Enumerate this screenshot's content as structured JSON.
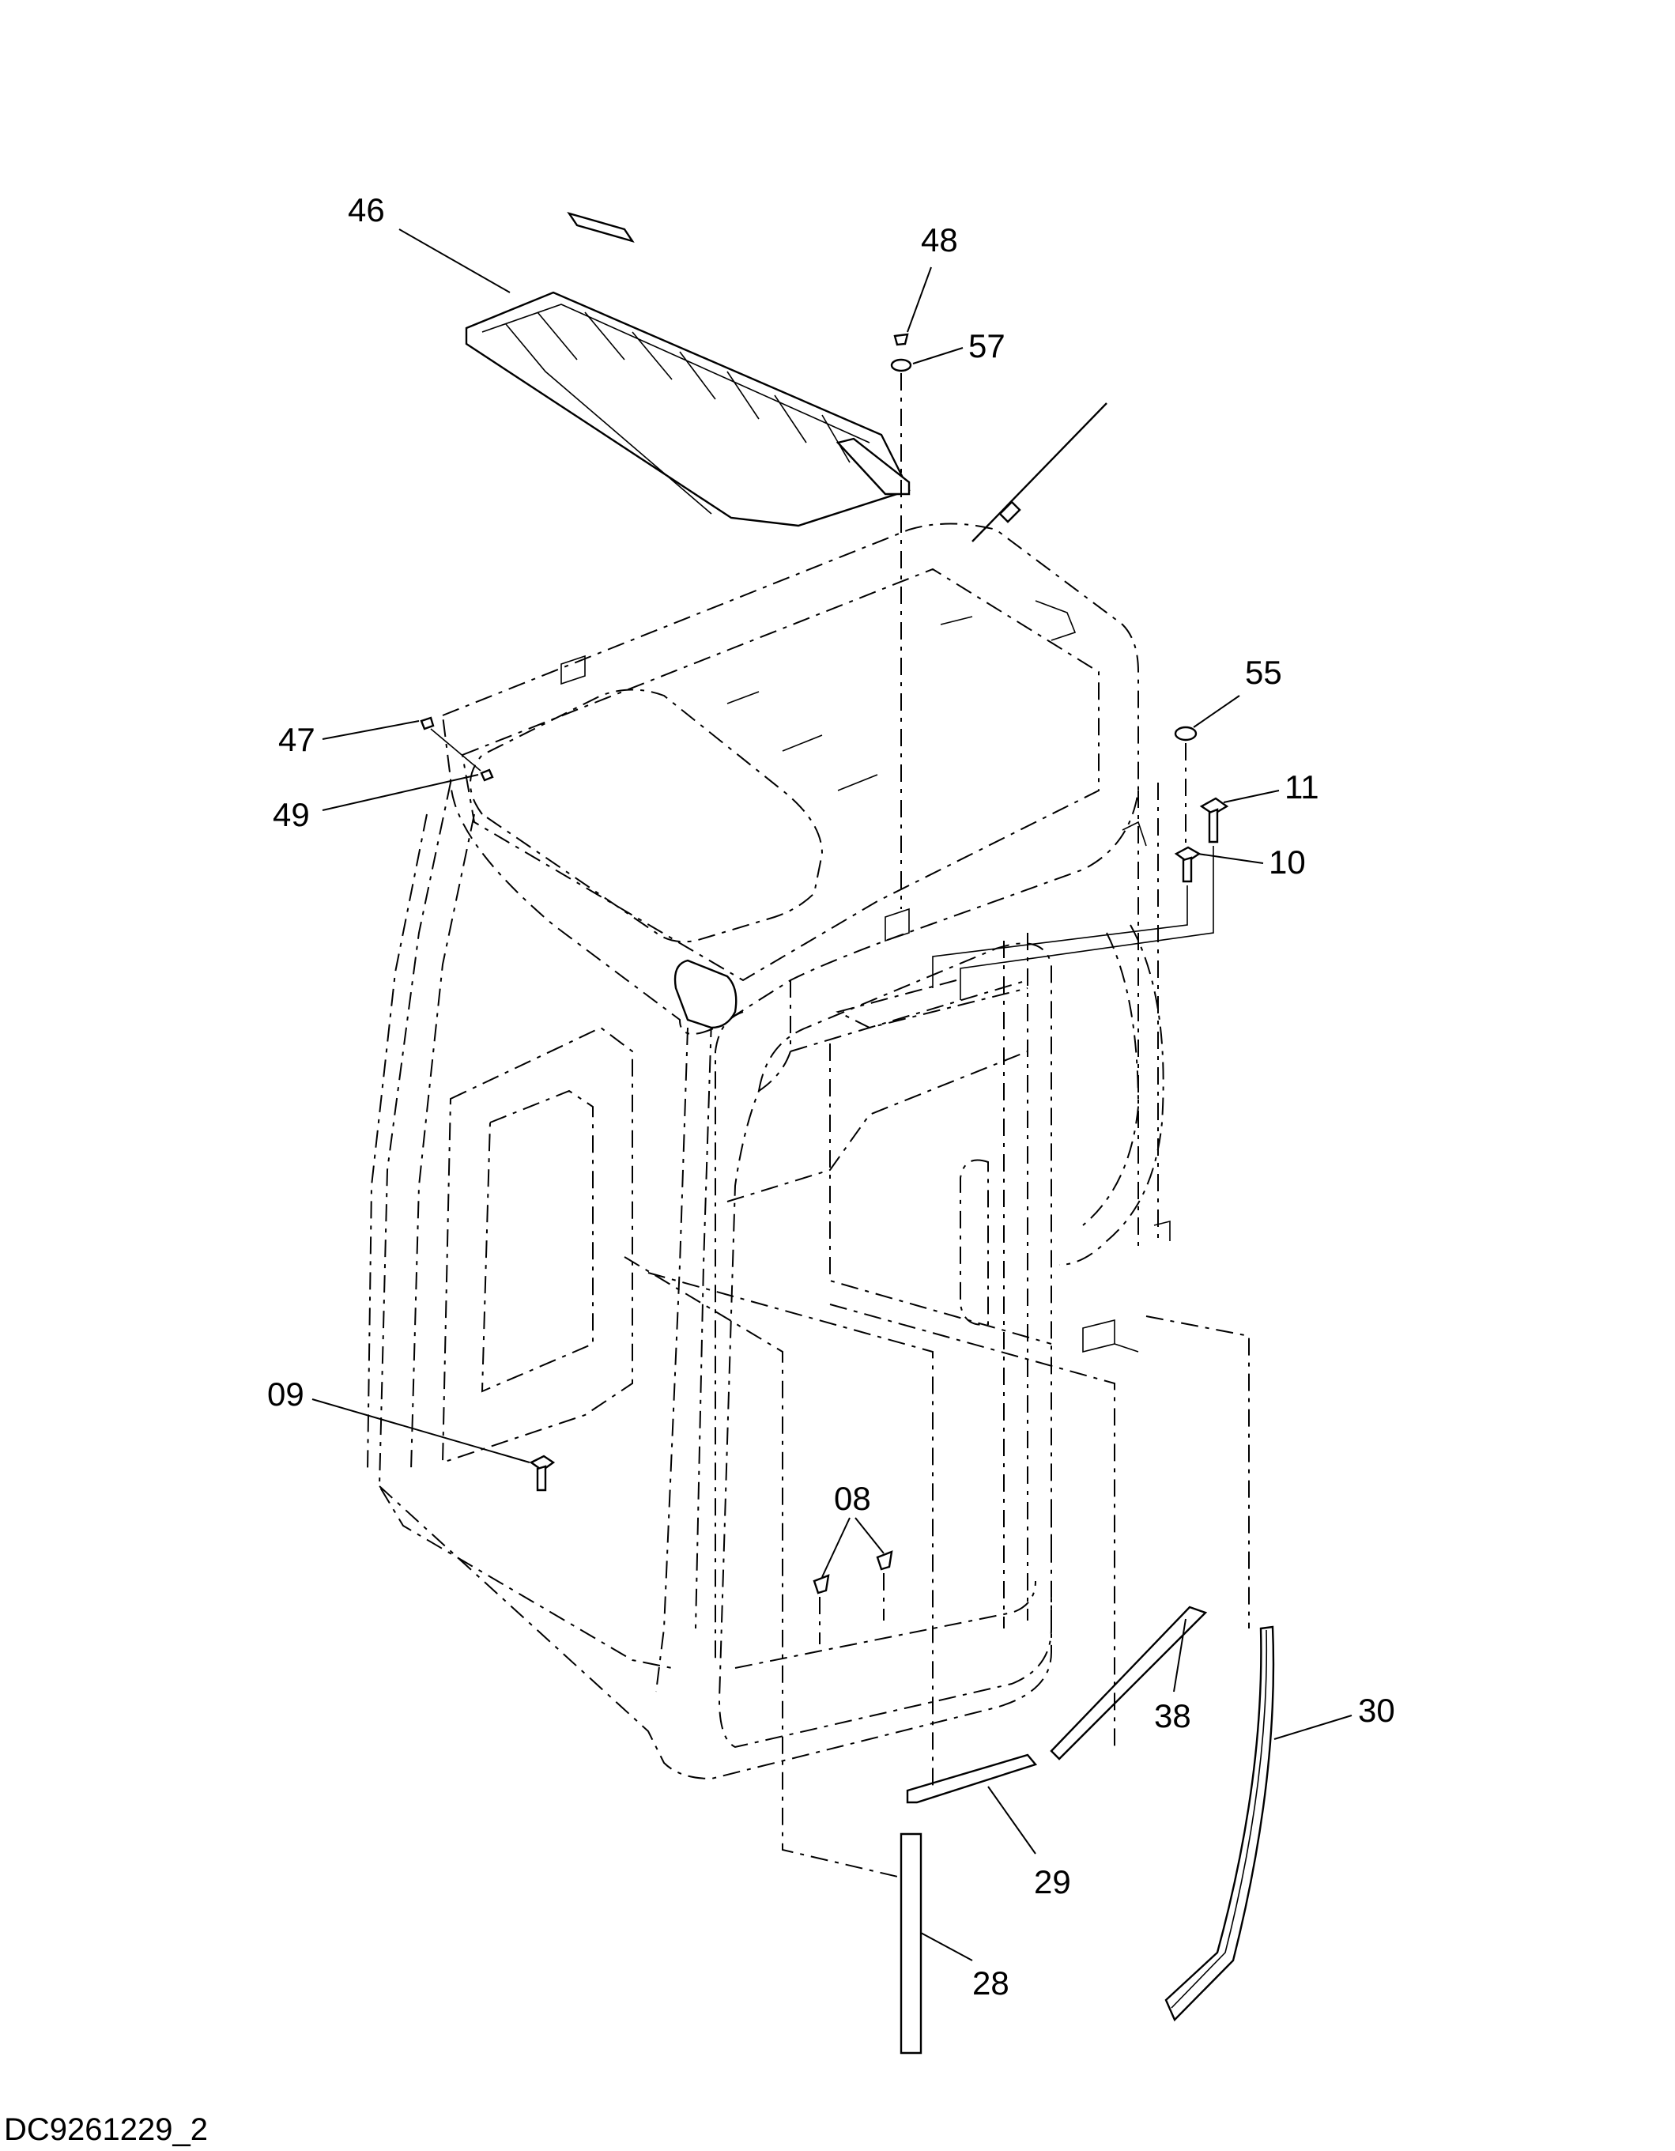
{
  "drawing_code": "DC9261229_2",
  "callouts": [
    {
      "id": "46",
      "part": "roof-cover"
    },
    {
      "id": "48",
      "part": "screw"
    },
    {
      "id": "57",
      "part": "washer"
    },
    {
      "id": "55",
      "part": "cap"
    },
    {
      "id": "11",
      "part": "bolt"
    },
    {
      "id": "10",
      "part": "bolt"
    },
    {
      "id": "47",
      "part": "screw"
    },
    {
      "id": "49",
      "part": "nut"
    },
    {
      "id": "09",
      "part": "clip"
    },
    {
      "id": "08",
      "part": "clips"
    },
    {
      "id": "38",
      "part": "seal-strip"
    },
    {
      "id": "30",
      "part": "seal-strip-curved"
    },
    {
      "id": "29",
      "part": "seal-block"
    },
    {
      "id": "28",
      "part": "seal-bar"
    }
  ]
}
